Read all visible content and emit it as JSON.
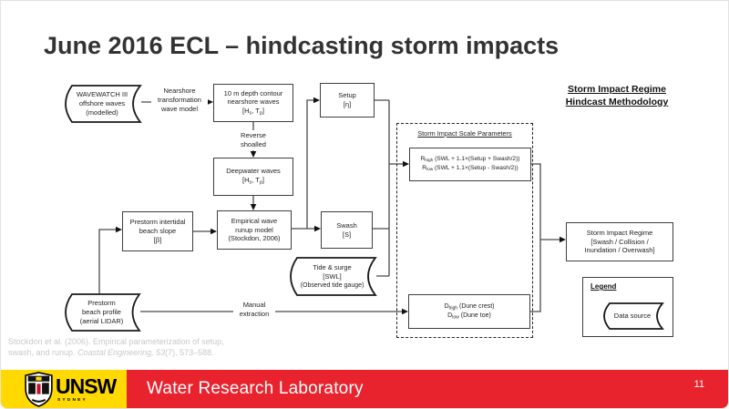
{
  "slide": {
    "title": "June 2016 ECL – hindcasting storm impacts",
    "page_number": "11"
  },
  "header_note": {
    "line1": "Storm Impact Regime",
    "line2": "Hindcast Methodology"
  },
  "nodes": {
    "wavewatch": {
      "lines": [
        "WAVEWATCH III",
        "offshore waves",
        "(modelled)"
      ]
    },
    "nearshore_label": {
      "lines": [
        "Nearshore",
        "transformation",
        "wave model"
      ]
    },
    "contour_box": {
      "lines": [
        "10 m depth contour",
        "nearshore waves"
      ]
    },
    "setup_box": {
      "lines": [
        "Setup",
        "[η]"
      ]
    },
    "reverse_label": {
      "lines": [
        "Reverse",
        "shoalled"
      ]
    },
    "deepwater_box": {
      "lines": [
        "Deepwater waves"
      ]
    },
    "beach_slope_box": {
      "lines": [
        "Prestorm intertidal",
        "beach slope",
        "[β]"
      ]
    },
    "runup_box": {
      "lines": [
        "Empirical wave",
        "runup model",
        "(Stockdon, 2006)"
      ]
    },
    "swash_box": {
      "lines": [
        "Swash",
        "[S]"
      ]
    },
    "tide_box": {
      "lines": [
        "Tide & surge",
        "[SWL]",
        "(Observed tide gauge)"
      ]
    },
    "profile_box": {
      "lines": [
        "Prestorm",
        "beach profile",
        "(aerial LIDAR)"
      ]
    },
    "manual_label": {
      "lines": [
        "Manual",
        "extraction"
      ]
    },
    "regime_box": {
      "lines": [
        "Storm Impact Regime",
        "[Swash / Collision /",
        "Inundation / Overwash]"
      ]
    }
  },
  "frag": {
    "lb": "[H",
    "sub_s": "s",
    "mid": ", T",
    "sub_p": "p",
    "rb": "]"
  },
  "scale_params": {
    "title": "Storm Impact Scale Parameters",
    "r": "R",
    "high": "high",
    "low": "low",
    "eq_high": " (SWL + 1.1×(Setup + Swash/2))",
    "eq_low": " (SWL + 1.1×(Setup - Swash/2))",
    "d": "D",
    "crest": " (Dune crest)",
    "toe": " (Dune toe)"
  },
  "legend": {
    "title": "Legend",
    "data_source": "Data source"
  },
  "citation": {
    "part1": "Stockdon et al. (2006). Empirical parameterization of setup,",
    "part2": "swash, and runup. ",
    "italic": "Coastal Engineering, 53",
    "part3": "(7), 573–588."
  },
  "footer": {
    "brand": "UNSW",
    "brand_sub": "SYDNEY",
    "lab": "Water Research Laboratory"
  },
  "colors": {
    "footer_yellow": "#ffd900",
    "footer_red": "#e8232e",
    "title_text": "#333333",
    "citation_gray": "#c9c9c9"
  }
}
